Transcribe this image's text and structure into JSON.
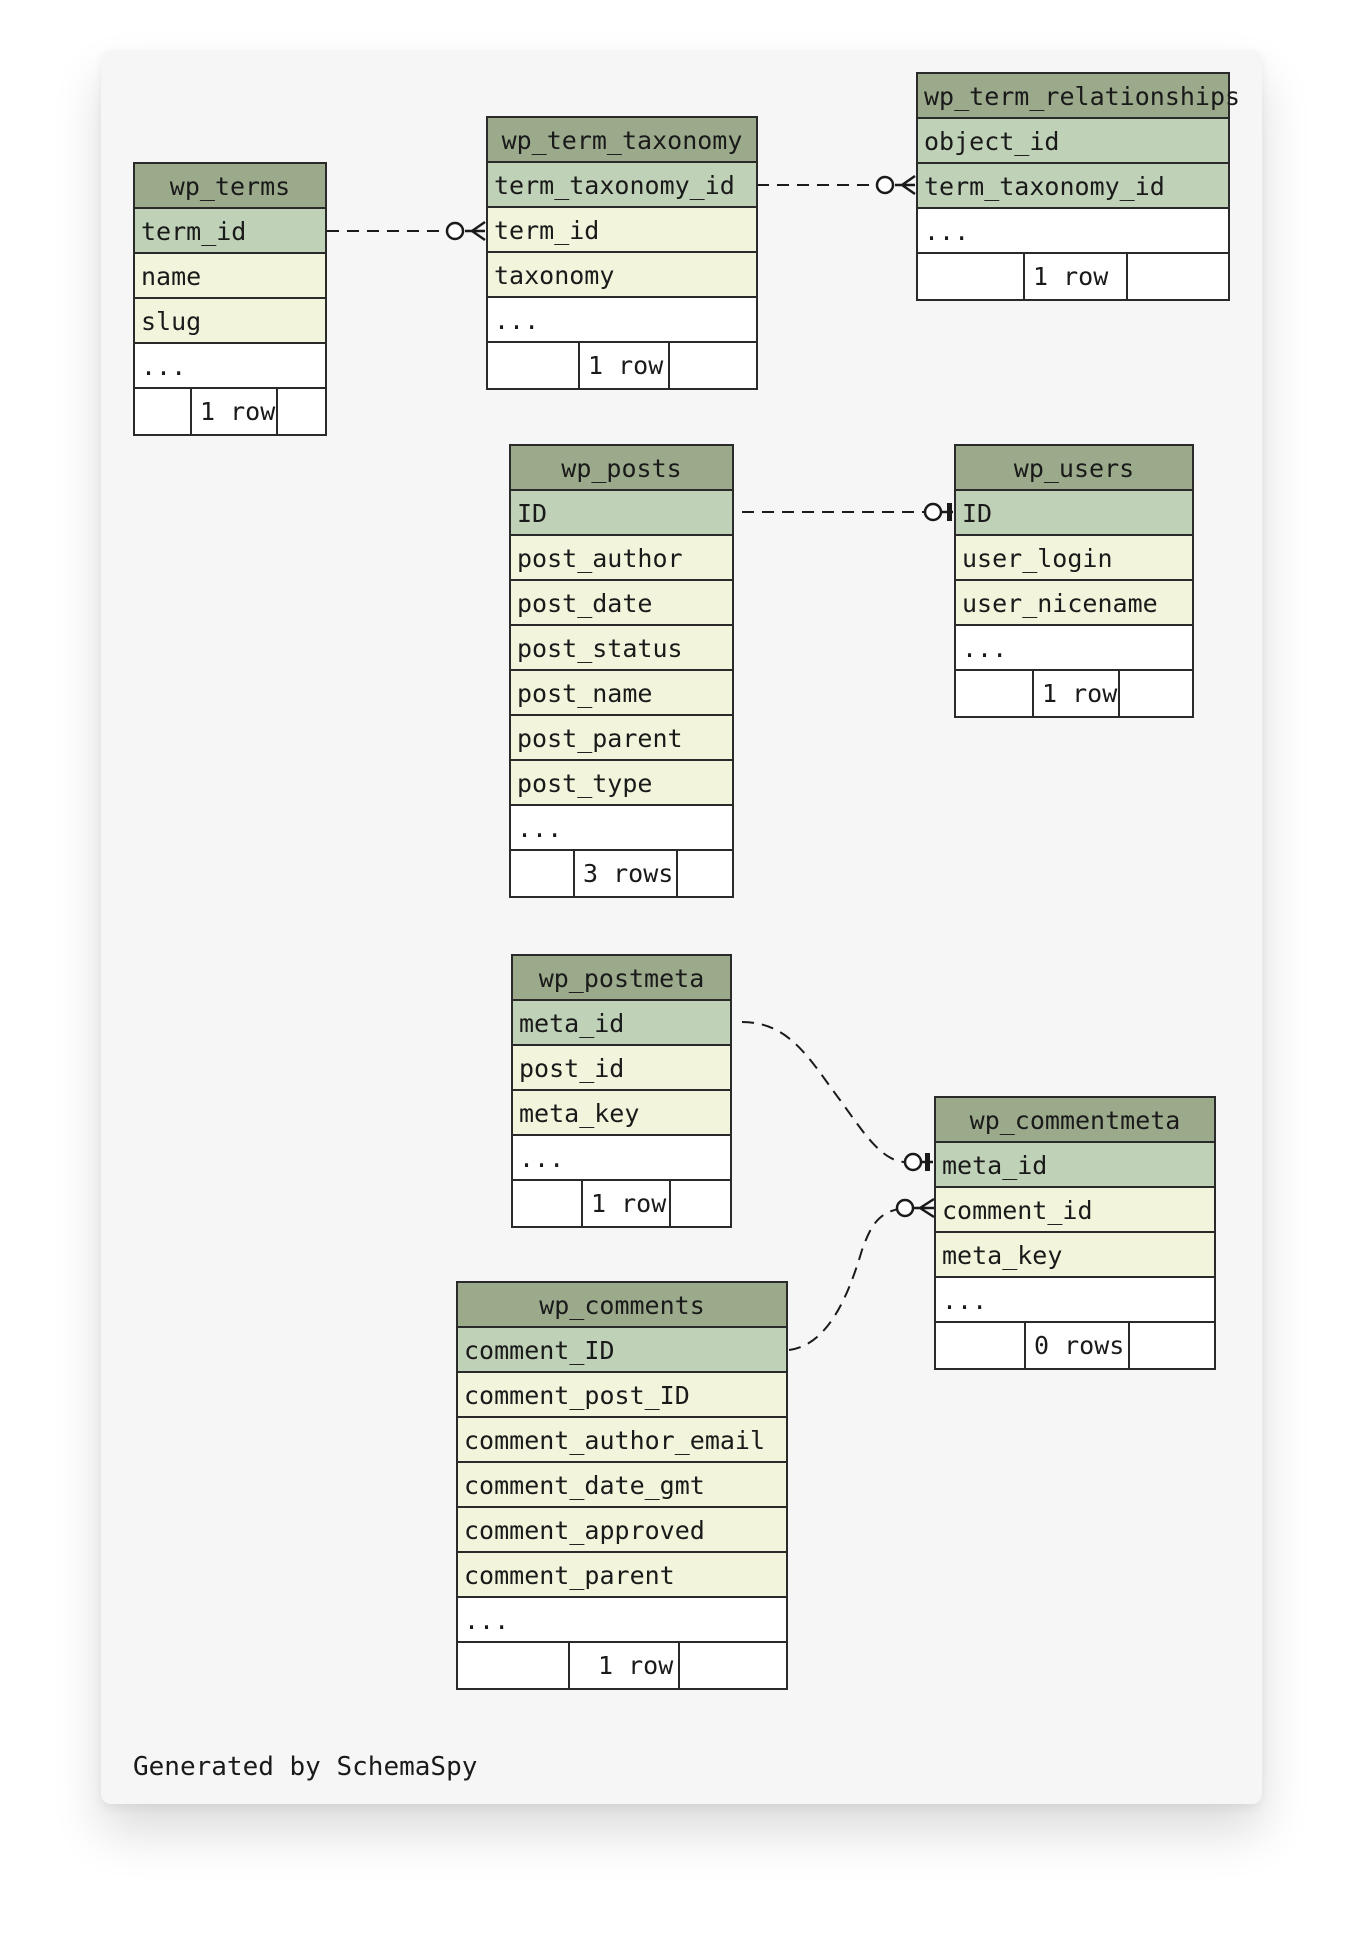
{
  "tables": {
    "wp_terms": {
      "name": "wp_terms",
      "pk": [
        "term_id"
      ],
      "columns": [
        "name",
        "slug"
      ],
      "more": "...",
      "rows": "1 row"
    },
    "wp_term_taxonomy": {
      "name": "wp_term_taxonomy",
      "pk": [
        "term_taxonomy_id"
      ],
      "columns": [
        "term_id",
        "taxonomy"
      ],
      "more": "...",
      "rows": "1 row"
    },
    "wp_term_relationships": {
      "name": "wp_term_relationships",
      "pk": [
        "object_id",
        "term_taxonomy_id"
      ],
      "columns": [],
      "more": "...",
      "rows": "1 row"
    },
    "wp_posts": {
      "name": "wp_posts",
      "pk": [
        "ID"
      ],
      "columns": [
        "post_author",
        "post_date",
        "post_status",
        "post_name",
        "post_parent",
        "post_type"
      ],
      "more": "...",
      "rows": "3 rows"
    },
    "wp_users": {
      "name": "wp_users",
      "pk": [
        "ID"
      ],
      "columns": [
        "user_login",
        "user_nicename"
      ],
      "more": "...",
      "rows": "1 row"
    },
    "wp_postmeta": {
      "name": "wp_postmeta",
      "pk": [
        "meta_id"
      ],
      "columns": [
        "post_id",
        "meta_key"
      ],
      "more": "...",
      "rows": "1 row"
    },
    "wp_commentmeta": {
      "name": "wp_commentmeta",
      "pk": [
        "meta_id"
      ],
      "columns": [
        "comment_id",
        "meta_key"
      ],
      "more": "...",
      "rows": "0 rows"
    },
    "wp_comments": {
      "name": "wp_comments",
      "pk": [
        "comment_ID"
      ],
      "columns": [
        "comment_post_ID",
        "comment_author_email",
        "comment_date_gmt",
        "comment_approved",
        "comment_parent"
      ],
      "more": "...",
      "rows": "1 row"
    }
  },
  "relationships": [
    {
      "from": "wp_terms.term_id",
      "to": "wp_term_taxonomy.term_id",
      "cardinality": "zero-or-many"
    },
    {
      "from": "wp_term_taxonomy.term_taxonomy_id",
      "to": "wp_term_relationships.term_taxonomy_id",
      "cardinality": "zero-or-many"
    },
    {
      "from": "wp_posts.ID",
      "to": "wp_users.ID",
      "cardinality": "zero-or-one"
    },
    {
      "from": "wp_postmeta.meta_id",
      "to": "wp_commentmeta.meta_id",
      "cardinality": "zero-or-one"
    },
    {
      "from": "wp_comments.comment_ID",
      "to": "wp_commentmeta.comment_id",
      "cardinality": "zero-or-many"
    }
  ],
  "footer": {
    "credit": "Generated by SchemaSpy"
  },
  "colors": {
    "header": "#9caa8c",
    "primary_key": "#bfd1b6",
    "column": "#f2f5dc",
    "line": "#1a1a1a"
  }
}
